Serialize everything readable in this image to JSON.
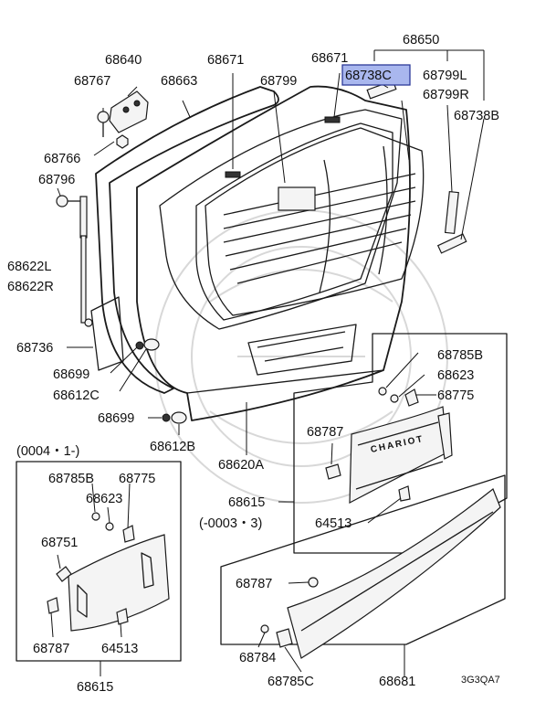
{
  "diagram_code": "3G3QA7",
  "highlighted_part": "68738C",
  "date_ranges": {
    "from_0004": "(0004・1-)",
    "until_0003": "(-0003・3)"
  },
  "labels": {
    "p68650": "68650",
    "p68640": "68640",
    "p68671a": "68671",
    "p68671b": "68671",
    "p68767": "68767",
    "p68663": "68663",
    "p68799": "68799",
    "p68738C": "68738C",
    "p68799L": "68799L",
    "p68799R": "68799R",
    "p68738B": "68738B",
    "p68766": "68766",
    "p68796": "68796",
    "p68622L": "68622L",
    "p68622R": "68622R",
    "p68736": "68736",
    "p68699a": "68699",
    "p68612C": "68612C",
    "p68699b": "68699",
    "p68612B": "68612B",
    "p68620A": "68620A",
    "p68785B_r": "68785B",
    "p68623_r": "68623",
    "p68775_r": "68775",
    "p68787_r": "68787",
    "p68615_r": "68615",
    "p64513_r": "64513",
    "p68785B_l": "68785B",
    "p68775_l": "68775",
    "p68623_l": "68623",
    "p68751": "68751",
    "p68787_l": "68787",
    "p64513_l": "64513",
    "p68615_l": "68615",
    "p68787_b": "68787",
    "p68784": "68784",
    "p68785C": "68785C",
    "p68681": "68681"
  },
  "emblem_text": "CHARIOT"
}
